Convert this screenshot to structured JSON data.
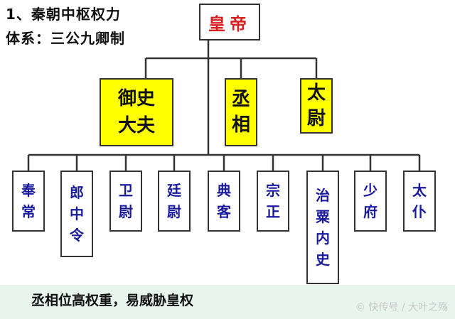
{
  "title": {
    "line1": "1、秦朝中枢权力",
    "line2": "体系：三公九卿制"
  },
  "emperor": "皇帝",
  "ministers": [
    {
      "id": "yushi",
      "rows": [
        "御史",
        "大夫"
      ]
    },
    {
      "id": "chengxiang",
      "chars": [
        "丞",
        "相"
      ]
    },
    {
      "id": "taiwei",
      "chars": [
        "太",
        "尉"
      ]
    }
  ],
  "officers": [
    [
      "奉",
      "常"
    ],
    [
      "郎",
      "中",
      "令"
    ],
    [
      "卫",
      "尉"
    ],
    [
      "廷",
      "尉"
    ],
    [
      "典",
      "客"
    ],
    [
      "宗",
      "正"
    ],
    [
      "治",
      "粟",
      "内",
      "史"
    ],
    [
      "少",
      "府"
    ],
    [
      "太",
      "仆"
    ]
  ],
  "footer": "丞相位高权重，易威胁皇权",
  "watermark": "© 快传号 / 大叶之殇",
  "colors": {
    "emperor_text": "#d81e1e",
    "minister_fill": "#ffff00",
    "officer_text": "#1a1a9c",
    "footer_bg": "#e8f4ee"
  }
}
